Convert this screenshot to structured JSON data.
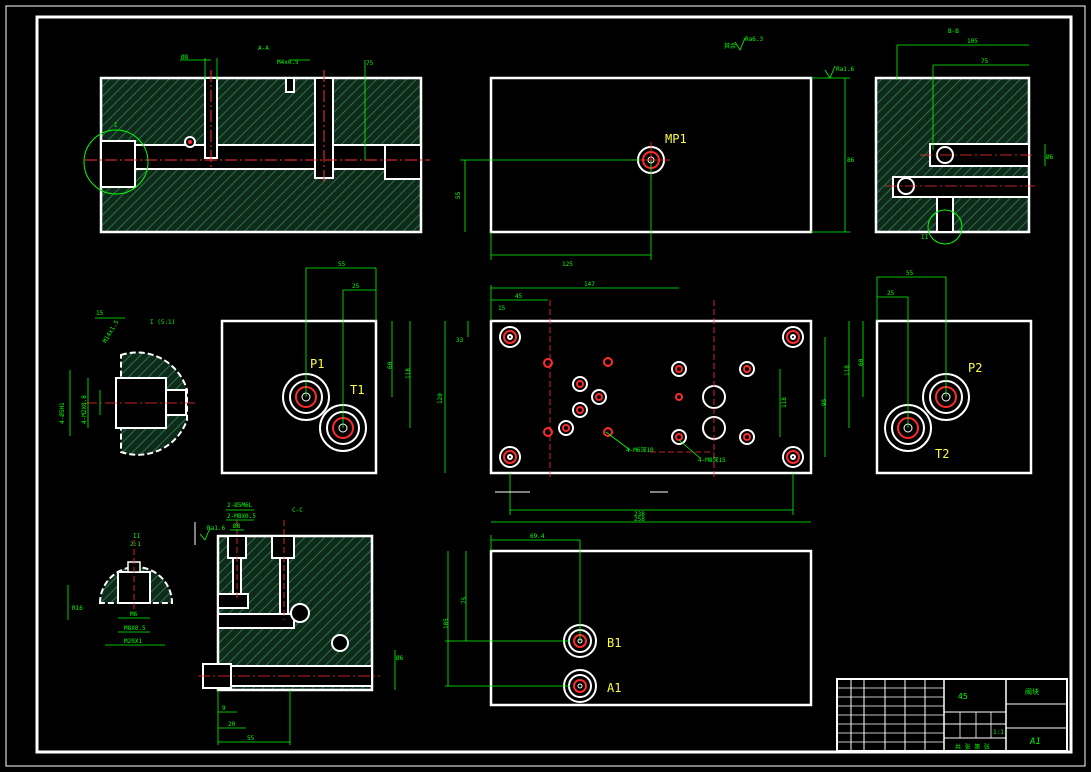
{
  "drawing": {
    "views": {
      "section_aa": "A-A",
      "section_bb": "B-B",
      "section_cc": "C-C",
      "detail_i": "I",
      "detail_ii": "II",
      "detail_ii_top": "II",
      "detail_i_scale": "I\n(5:1)",
      "detail_ii_scale": "2:1"
    },
    "port_labels": {
      "mp1": "MP1",
      "p1": "P1",
      "t1": "T1",
      "p2": "P2",
      "t2": "T2",
      "b1": "B1",
      "a1": "A1"
    },
    "surface_finish": {
      "top_center": "Ra6.3",
      "top_center_note": "其余",
      "right_top": "Ra1.6",
      "cc_note": "Ra1.6"
    },
    "dims": {
      "aa_left": "Ø8",
      "aa_mid": "M4x0.5",
      "aa_right": "75",
      "front_h": "86",
      "front_w": "125",
      "front_y": "55",
      "bb_w": "105",
      "bb_75": "75",
      "bb_h": "Ø6",
      "p1_55": "55",
      "p1_25": "25",
      "p1_h": "60",
      "p1_h2": "118",
      "plan_147": "147",
      "plan_45": "45",
      "plan_15": "15",
      "plan_33": "33",
      "plan_w": "238",
      "plan_w2": "258",
      "plan_h": "120",
      "plan_h2": "95",
      "plan_h3": "118",
      "plan_hole1": "4-M6深10",
      "plan_hole2": "4-M8深15",
      "p2_55": "55",
      "p2_25": "25",
      "p2_h": "60",
      "p2_h2": "118",
      "bottom_w": "69.4",
      "bottom_h": "75",
      "bottom_h2": "105",
      "cc_h1": "2-Ø5M6L",
      "cc_h2": "2-M8X0.5",
      "cc_h3": "Ø8",
      "cc_b1": "20",
      "cc_b2": "55",
      "cc_b3": "9",
      "cc_r": "Ø6",
      "det1_w1": "15",
      "det1_w2": "M14x1.5",
      "det1_side": "4-Ø5H1",
      "det1_side2": "4-M2X0.8",
      "det2_w1": "M6",
      "det2_w2": "M8X0.5",
      "det2_w3": "M20X1",
      "det2_side": "R16"
    },
    "title_block": {
      "material": "45",
      "name": "阀块",
      "sheet": "A1",
      "scale": "1:1",
      "sheet_no": "共 张 第 张"
    }
  },
  "colors": {
    "outline": "#ffffff",
    "dim": "#00ff00",
    "hatch": "#2f6f45",
    "hole_red": "#ff2a2a",
    "center": "#ff3030",
    "label": "#ffff40"
  }
}
